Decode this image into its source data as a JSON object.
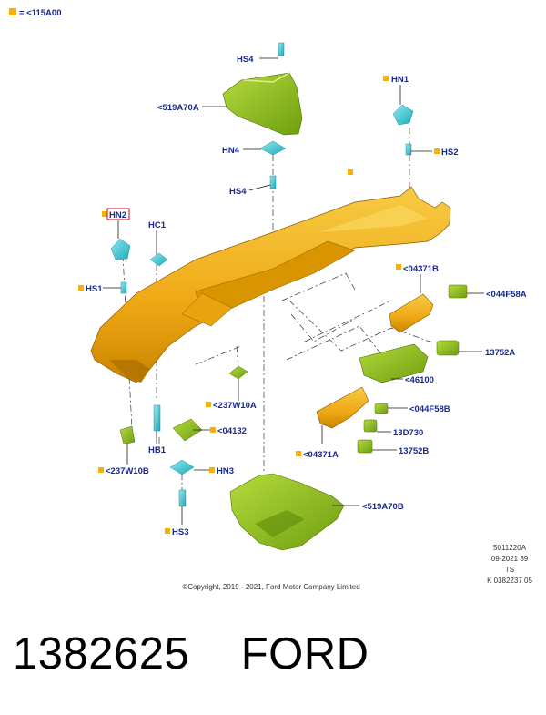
{
  "legend": {
    "text": "= <115A00",
    "color": "#f7b200"
  },
  "labels": {
    "hs4_top": "HS4",
    "a519a70a": "<519A70A",
    "hn4": "HN4",
    "hs4_mid": "HS4",
    "hn1": "HN1",
    "hs2": "HS2",
    "hn2": "HN2",
    "hc1": "HC1",
    "hs1": "HS1",
    "c04371b_top": "<04371B",
    "c044f58a": "<044F58A",
    "c13752a": "13752A",
    "c46100": "<46100",
    "c044f58b": "<044F58B",
    "c13d730": "13D730",
    "c13752b": "13752B",
    "c04371a": "<04371A",
    "c237w10a": "<237W10A",
    "c04132": "<04132",
    "hb1": "HB1",
    "c237w10b": "<237W10B",
    "hn3": "HN3",
    "c519a70b": "<519A70B",
    "hs3": "HS3"
  },
  "meta": {
    "line1": "5011220A",
    "line2": "09-2021 39",
    "line3": "TS",
    "line4": "K 0382237 05"
  },
  "copyright": "©Copyright, 2019 - 2021, Ford Motor Company Limited",
  "part_number": "1382625    FORD",
  "colors": {
    "label": "#1a2a8c",
    "marker": "#f7b200",
    "panel": "#f0b21c",
    "bezel": "#8fc21f",
    "clip": "#3ec9d6",
    "highlight_box": "#d0021b"
  }
}
